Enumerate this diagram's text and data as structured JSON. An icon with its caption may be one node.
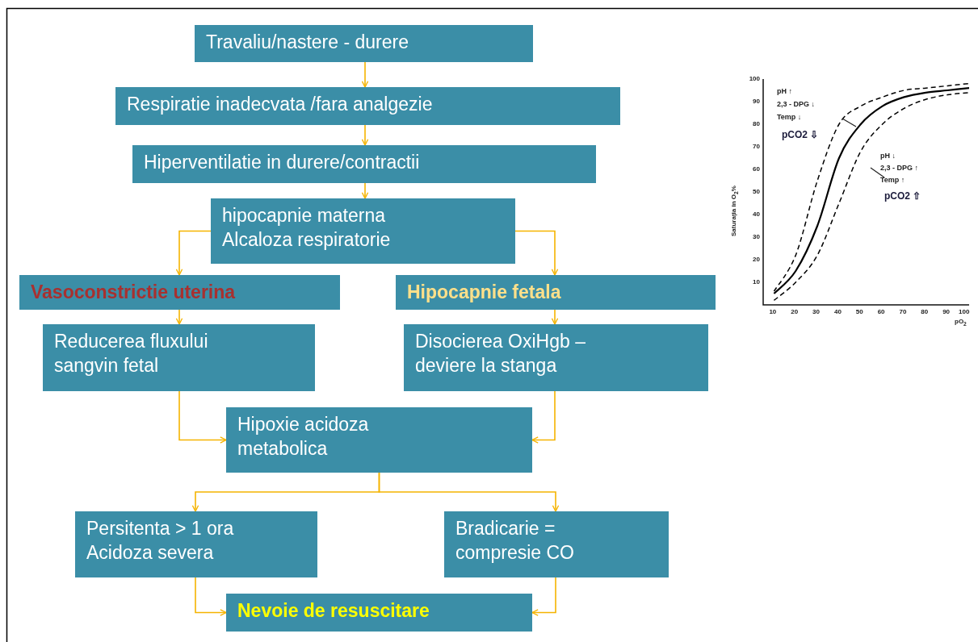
{
  "diagram": {
    "nodes": [
      {
        "text": [
          "Travaliu/nastere - durere"
        ]
      },
      {
        "text": [
          "Respiratie inadecvata /fara analgezie"
        ]
      },
      {
        "text": [
          "Hiperventilatie in durere/contractii"
        ]
      },
      {
        "text": [
          "hipocapnie materna Alcaloza respiratorie"
        ]
      },
      {
        "text": [
          "Vasoconstrictie uterina"
        ]
      },
      {
        "text": [
          "Hipocapnie fetala"
        ]
      },
      {
        "text": [
          "Reducerea fluxului sangvin fetal"
        ]
      },
      {
        "text": [
          "Disocierea OxiHgb – deviere la stanga"
        ]
      },
      {
        "text": [
          "Hipoxie acidoza metabolica"
        ]
      },
      {
        "text": [
          "Persitenta > 1 ora Acidoza severa"
        ]
      },
      {
        "text": [
          "Bradicarie = compresie CO"
        ]
      },
      {
        "text": [
          "Nevoie de resuscitare"
        ]
      }
    ],
    "edges": [
      {
        "from": 0,
        "to": 1,
        "arrow": "to"
      },
      {
        "from": 1,
        "to": 2,
        "arrow": "to"
      },
      {
        "from": 2,
        "to": 3,
        "arrow": "to"
      },
      {
        "from": 3,
        "to": 4,
        "arrow": "to"
      },
      {
        "from": 3,
        "to": 5,
        "arrow": "to"
      },
      {
        "from": 4,
        "to": 6,
        "arrow": "to"
      },
      {
        "from": 5,
        "to": 7,
        "arrow": "to"
      },
      {
        "from": 6,
        "to": 8,
        "arrow": "to"
      },
      {
        "from": 7,
        "to": 8,
        "arrow": "to"
      },
      {
        "from": 8,
        "to": 9,
        "arrow": "to"
      },
      {
        "from": 8,
        "to": 10,
        "arrow": "to"
      },
      {
        "from": 9,
        "to": 11,
        "arrow": "to"
      },
      {
        "from": 10,
        "to": 11,
        "arrow": "to"
      }
    ],
    "chart_data": {
      "type": "line",
      "xlabel": "pO$_{2}$",
      "ylabel": "Saturația in O$_{2}$%",
      "x": [
        10,
        20,
        30,
        40,
        50,
        60,
        70,
        80,
        90,
        100
      ],
      "series": [
        {
          "color": "#000000",
          "line_style": "dashed",
          "values": [
            6,
            22,
            55,
            80,
            88,
            92,
            95,
            96,
            97,
            98
          ]
        },
        {
          "color": "#000000",
          "line_style": "solid",
          "values": [
            5,
            15,
            35,
            65,
            80,
            88,
            92,
            94,
            95,
            96
          ]
        },
        {
          "color": "#000000",
          "line_style": "dashed",
          "values": [
            2,
            10,
            22,
            45,
            68,
            80,
            87,
            91,
            93,
            94
          ]
        }
      ],
      "xlim": [
        5,
        100
      ],
      "ylim": [
        0,
        100
      ],
      "xticks": [
        10,
        20,
        30,
        40,
        50,
        60,
        70,
        80,
        90,
        100
      ],
      "yticks": [
        10,
        20,
        30,
        40,
        50,
        60,
        70,
        80,
        90,
        100
      ],
      "annotations": [
        "pH ↑",
        "2,3 - DPG ↓",
        "Temp ↓",
        "pCO2 ⇩",
        "pH ↓",
        "2,3 - DPG ↑",
        "Temp ↑",
        "pCO2 ⇧"
      ]
    }
  }
}
